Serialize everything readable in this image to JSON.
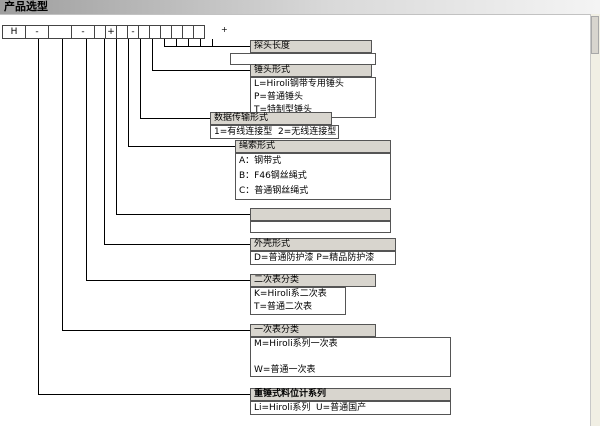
{
  "title": "产品选型",
  "code_row": {
    "cells": [
      "H",
      "-",
      "",
      "-",
      "",
      "+",
      "",
      "-",
      "",
      "",
      "",
      "",
      "",
      ""
    ],
    "suffix": "+"
  },
  "sections": {
    "probe_length": {
      "header": "探头长度",
      "items": []
    },
    "hammer_type": {
      "header": "锤头形式",
      "items": [
        "L=Hiroli钢带专用锤头",
        "P=普通锤头",
        "T=特制型锤头"
      ]
    },
    "data_transmission": {
      "header": "数据传输形式",
      "items": [
        "1=有线连接型  2=无线连接型"
      ]
    },
    "rope_type": {
      "header": "绳索形式",
      "items": [
        "A：钢带式",
        "B：F46钢丝绳式",
        "C：普通钢丝绳式"
      ]
    },
    "blank": {
      "header": "",
      "items": []
    },
    "shell_type": {
      "header": "外壳形式",
      "items": [
        "D=普通防护漆 P=精品防护漆"
      ]
    },
    "secondary_meter": {
      "header": "二次表分类",
      "items": [
        "K=Hiroli系二次表",
        "T=普通二次表"
      ]
    },
    "primary_meter": {
      "header": "一次表分类",
      "items": [
        "M=Hiroli系列一次表",
        "W=普通一次表"
      ]
    },
    "series": {
      "header": "重锤式料位计系列",
      "items": [
        "Li=Hiroli系列  U=普通国产"
      ]
    }
  },
  "colors": {
    "header_bg": "#d8d5ce",
    "line": "#000000"
  }
}
